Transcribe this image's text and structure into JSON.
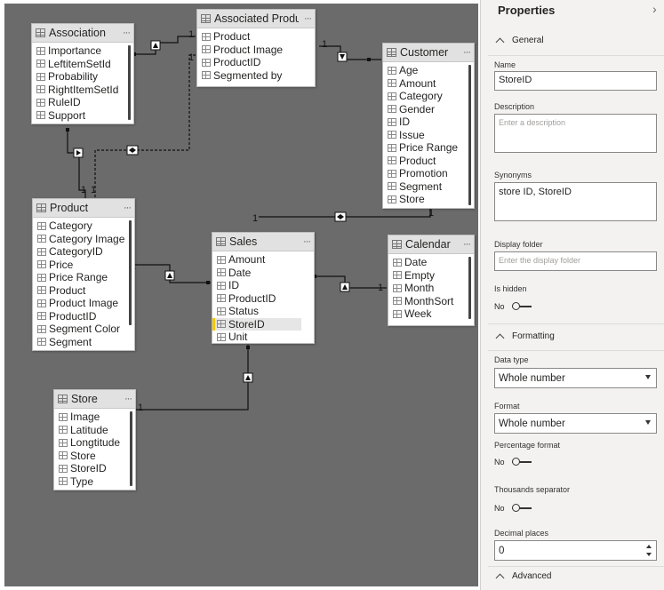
{
  "tables": {
    "association": {
      "title": "Association",
      "more": "···",
      "fields": [
        "Importance",
        "LeftitemSetId",
        "Probability",
        "RightItemSetId",
        "RuleID",
        "Support"
      ]
    },
    "associated_product": {
      "title": "Associated Product",
      "more": "···",
      "fields": [
        "Product",
        "Product Image",
        "ProductID",
        "Segmented by"
      ]
    },
    "customer": {
      "title": "Customer",
      "more": "···",
      "fields": [
        "Age",
        "Amount",
        "Category",
        "Gender",
        "ID",
        "Issue",
        "Price Range",
        "Product",
        "Promotion",
        "Segment",
        "Store"
      ]
    },
    "product": {
      "title": "Product",
      "more": "···",
      "fields": [
        "Category",
        "Category Image",
        "CategoryID",
        "Price",
        "Price Range",
        "Product",
        "Product Image",
        "ProductID",
        "Segment Color",
        "Segment"
      ]
    },
    "sales": {
      "title": "Sales",
      "more": "···",
      "fields": [
        "Amount",
        "Date",
        "ID",
        "ProductID",
        "Status",
        "StoreID",
        "Unit"
      ],
      "selected_field": "StoreID"
    },
    "calendar": {
      "title": "Calendar",
      "more": "···",
      "fields": [
        "Date",
        "Empty",
        "Month",
        "MonthSort",
        "Week"
      ]
    },
    "store": {
      "title": "Store",
      "more": "···",
      "fields": [
        "Image",
        "Latitude",
        "Longtitude",
        "Store",
        "StoreID",
        "Type"
      ]
    }
  },
  "relationship_labels": {
    "one": "1"
  },
  "properties": {
    "title": "Properties",
    "collapse_icon": "chevron-right-icon",
    "general": {
      "header": "General",
      "name_label": "Name",
      "name_value": "StoreID",
      "description_label": "Description",
      "description_placeholder": "Enter a description",
      "synonyms_label": "Synonyms",
      "synonyms_value": "store ID, StoreID",
      "display_folder_label": "Display folder",
      "display_folder_placeholder": "Enter the display folder",
      "is_hidden_label": "Is hidden",
      "is_hidden_value": "No"
    },
    "formatting": {
      "header": "Formatting",
      "data_type_label": "Data type",
      "data_type_value": "Whole number",
      "format_label": "Format",
      "format_value": "Whole number",
      "percentage_label": "Percentage format",
      "percentage_value": "No",
      "thousands_label": "Thousands separator",
      "thousands_value": "No",
      "decimal_label": "Decimal places",
      "decimal_value": "0"
    },
    "advanced": {
      "header": "Advanced"
    }
  },
  "colors": {
    "canvas": "#6b6b6b",
    "pane": "#f3f2f1",
    "selection_accent": "#f2c811",
    "table_header": "#e1e1e1"
  }
}
